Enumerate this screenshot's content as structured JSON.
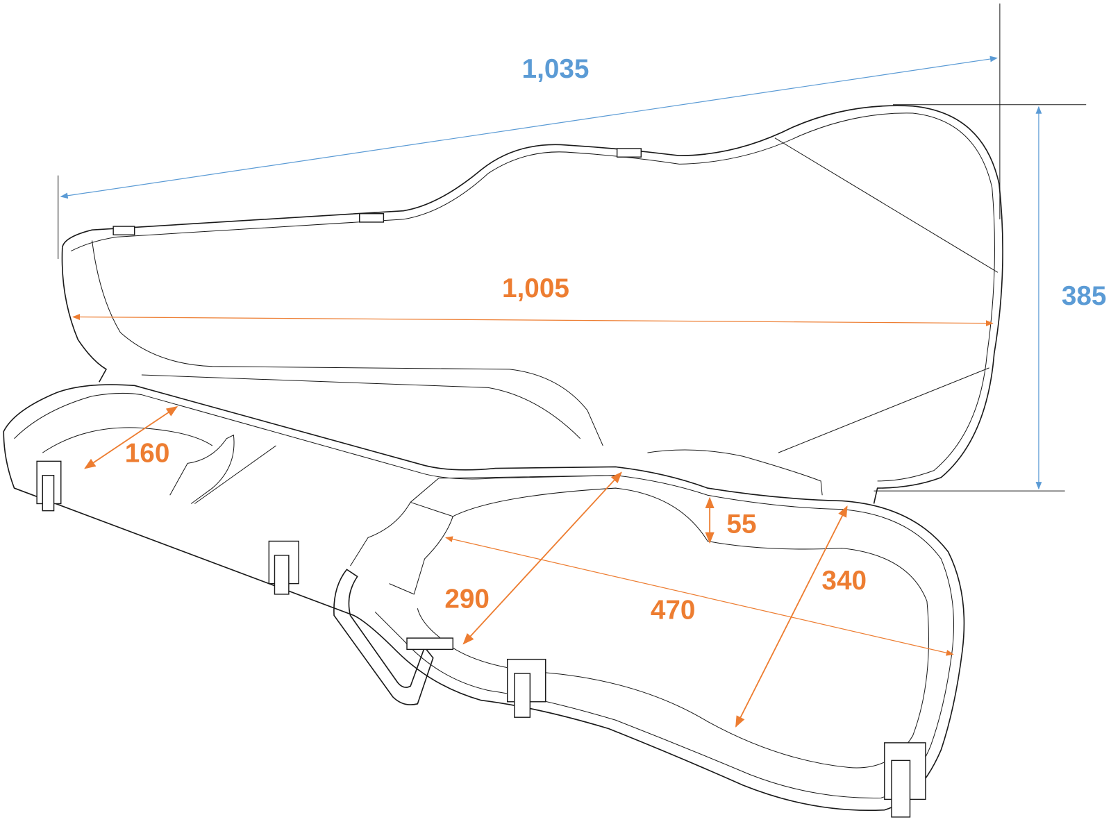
{
  "colors": {
    "overall": "#5b9bd5",
    "interior": "#ed7d31",
    "outline": "#1a1a1a"
  },
  "dimensions": {
    "overall_length": "1,035",
    "overall_height": "385",
    "interior_length": "1,005",
    "neck_width": "160",
    "depth": "55",
    "upper_bout": "290",
    "lower_bout": "340",
    "body_length": "470"
  }
}
